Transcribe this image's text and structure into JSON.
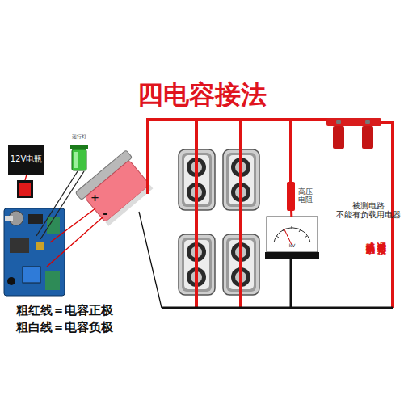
{
  "diagram": {
    "title": "四电容接法",
    "nodes": [
      {
        "text": [
          "12V电瓶"
        ]
      },
      {
        "text": [
          "运行灯"
        ]
      },
      {
        "text": [
          "+",
          "-"
        ]
      },
      {
        "text": [
          "高压电阻"
        ]
      },
      {
        "text": [
          "kV"
        ]
      }
    ],
    "edges": [
      {
        "from": 3,
        "to": 4,
        "arrow": "none"
      }
    ],
    "labels": [
      "被测电路 不能有负载用电器",
      "调试时需短接",
      "或接线扔水里",
      "粗红线＝电容正极",
      "粗白线＝电容负极"
    ]
  }
}
